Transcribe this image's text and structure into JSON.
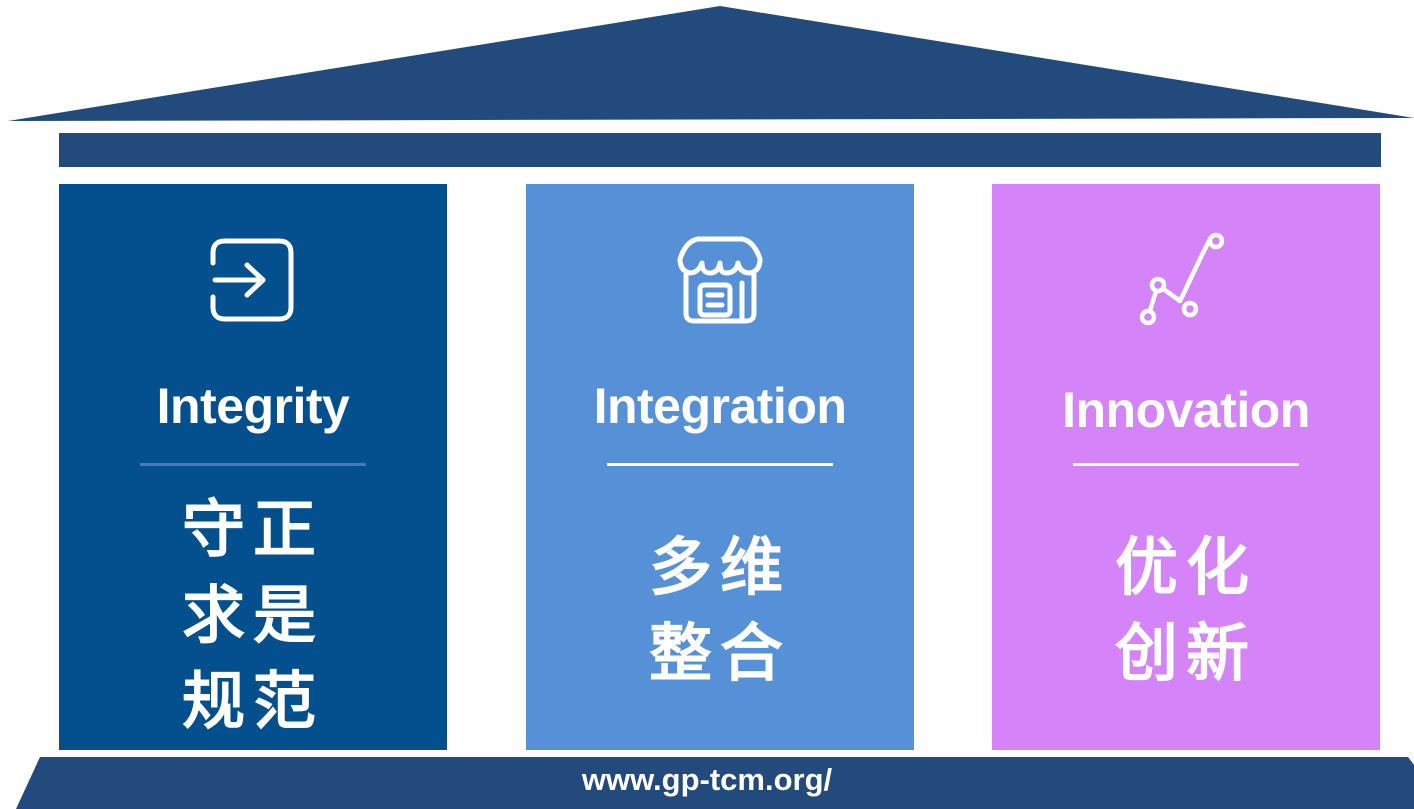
{
  "colors": {
    "roof": "#224a7c",
    "beam": "#224a7c",
    "base": "#224a7c",
    "pillar_integrity": "#04508f",
    "pillar_integration": "#5690d6",
    "pillar_innovation": "#d483f8",
    "text": "#ffffff"
  },
  "pillars": [
    {
      "icon": "sign-in-icon",
      "title": "Integrity",
      "chinese_lines": [
        "守正",
        "求是",
        "规范"
      ]
    },
    {
      "icon": "storefront-icon",
      "title": "Integration",
      "chinese_lines": [
        "多维",
        "整合"
      ]
    },
    {
      "icon": "trend-line-icon",
      "title": "Innovation",
      "chinese_lines": [
        "优化",
        "创新"
      ]
    }
  ],
  "footer": {
    "url": "www.gp-tcm.org/"
  }
}
